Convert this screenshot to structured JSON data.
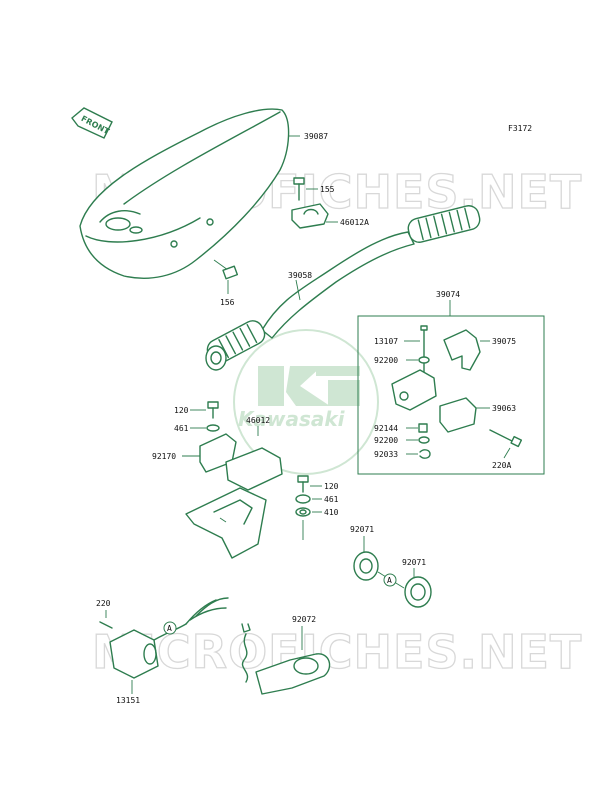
{
  "figure_code": "F3172",
  "front_marker": "FRONT",
  "watermark_site": "MICROFICHES.NET",
  "watermark_logo_text": "Kawasaki",
  "colors": {
    "ink": "#2e7d4f",
    "label": "#111111",
    "watermark": "#d8d8d8",
    "logo": "#cfe6d3"
  },
  "parts": [
    {
      "id": "39087",
      "label": "39087"
    },
    {
      "id": "155",
      "label": "155"
    },
    {
      "id": "46012A",
      "label": "46012A"
    },
    {
      "id": "156",
      "label": "156"
    },
    {
      "id": "39058",
      "label": "39058"
    },
    {
      "id": "39074",
      "label": "39074"
    },
    {
      "id": "13107",
      "label": "13107"
    },
    {
      "id": "39075",
      "label": "39075"
    },
    {
      "id": "92200a",
      "label": "92200"
    },
    {
      "id": "120a",
      "label": "120"
    },
    {
      "id": "461a",
      "label": "461"
    },
    {
      "id": "46012",
      "label": "46012"
    },
    {
      "id": "92144",
      "label": "92144"
    },
    {
      "id": "39063",
      "label": "39063"
    },
    {
      "id": "92200b",
      "label": "92200"
    },
    {
      "id": "92033",
      "label": "92033"
    },
    {
      "id": "220A",
      "label": "220A"
    },
    {
      "id": "92170",
      "label": "92170"
    },
    {
      "id": "120b",
      "label": "120"
    },
    {
      "id": "461b",
      "label": "461"
    },
    {
      "id": "410",
      "label": "410"
    },
    {
      "id": "92071a",
      "label": "92071"
    },
    {
      "id": "92071b",
      "label": "92071"
    },
    {
      "id": "220",
      "label": "220"
    },
    {
      "id": "92072",
      "label": "92072"
    },
    {
      "id": "13151",
      "label": "13151"
    }
  ],
  "connectors": [
    {
      "id": "A1",
      "label": "A"
    },
    {
      "id": "A2",
      "label": "A"
    }
  ]
}
